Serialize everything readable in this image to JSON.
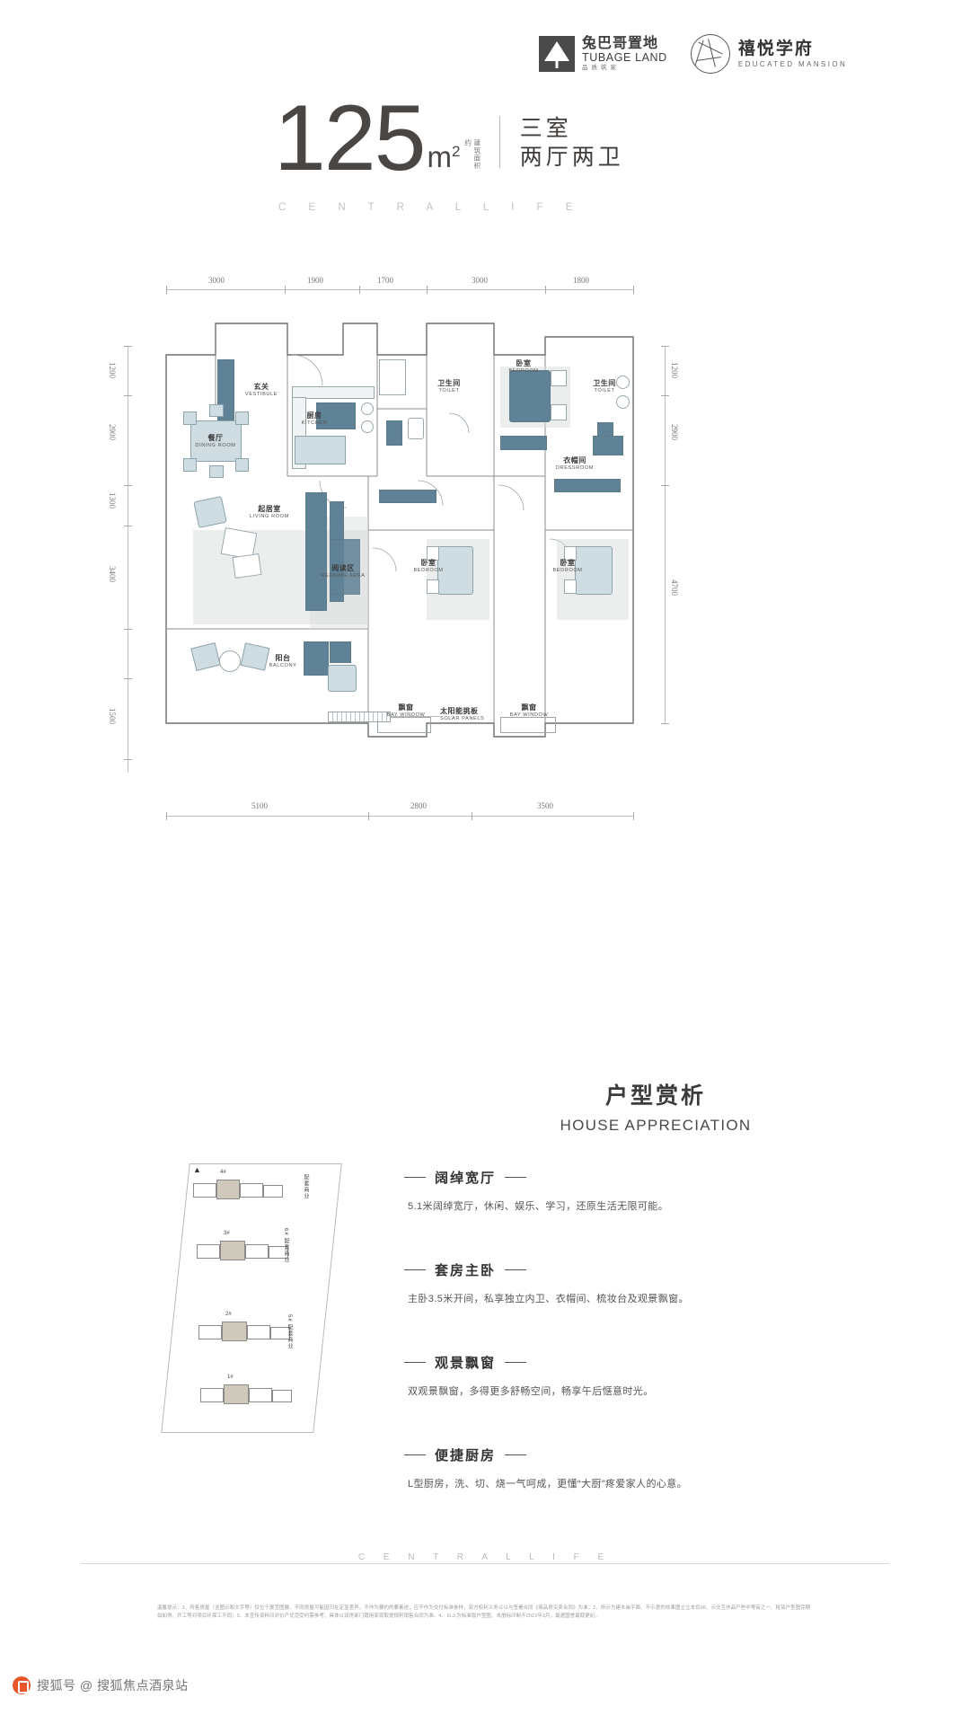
{
  "header": {
    "logo_left": {
      "cn": "兔巴哥置地",
      "en": "TUBAGE LAND",
      "sub": "品质筑家"
    },
    "logo_right": {
      "cn": "禧悦学府",
      "en": "EDUCATED MANSION"
    }
  },
  "title": {
    "area_number": "125",
    "unit": "m",
    "unit_sup": "2",
    "area_caption": "建筑面积约",
    "type_line1": "三室",
    "type_line2": "两厅两卫",
    "tagline": "C E N T R A L   L I F E"
  },
  "plan": {
    "dims_top": [
      "3000",
      "1900",
      "1700",
      "3000",
      "1800"
    ],
    "dims_bottom": [
      "5100",
      "2800",
      "3500"
    ],
    "dims_left": [
      "1200",
      "2900",
      "1300",
      "3400",
      "1500"
    ],
    "dims_right": [
      "1200",
      "2900",
      "4700"
    ],
    "rooms": [
      {
        "cn": "玄关",
        "en": "VESTIBULE"
      },
      {
        "cn": "厨房",
        "en": "KITCHEN"
      },
      {
        "cn": "餐厅",
        "en": "DINING ROOM"
      },
      {
        "cn": "卫生间",
        "en": "TOILET"
      },
      {
        "cn": "卧室",
        "en": "BEDROOM"
      },
      {
        "cn": "卫生间",
        "en": "TOILET"
      },
      {
        "cn": "衣帽间",
        "en": "DRESSROOM"
      },
      {
        "cn": "起居室",
        "en": "LIVING ROOM"
      },
      {
        "cn": "阅读区",
        "en": "READING AREA"
      },
      {
        "cn": "卧室",
        "en": "BEDROOM"
      },
      {
        "cn": "卧室",
        "en": "BEDROOM"
      },
      {
        "cn": "阳台",
        "en": "BALCONY"
      },
      {
        "cn": "飘窗",
        "en": "BAY WINDOW"
      },
      {
        "cn": "飘窗",
        "en": "BAY WINDOW"
      },
      {
        "cn": "太阳能挑板",
        "en": "SOLAR PANELS"
      }
    ]
  },
  "appreciation": {
    "title_cn": "户型赏析",
    "title_en": "HOUSE APPRECIATION",
    "features": [
      {
        "name": "阔绰宽厅",
        "desc": "5.1米阔绰宽厅，休闲、娱乐、学习，还原生活无限可能。"
      },
      {
        "name": "套房主卧",
        "desc": "主卧3.5米开间，私享独立内卫、衣帽间、梳妆台及观景飘窗。"
      },
      {
        "name": "观景飘窗",
        "desc": "双观景飘窗，多得更多舒畅空间，畅享午后惬意时光。"
      },
      {
        "name": "便捷厨房",
        "desc": "L型厨房，洗、切、烧一气呵成，更懂“大厨”疼爱家人的心意。"
      }
    ]
  },
  "sitemap": {
    "buildings": [
      "4#",
      "3#",
      "2#",
      "1#"
    ],
    "shops": [
      "6# 配套商业",
      "5# 配套商业",
      "配套商业"
    ],
    "north": "N"
  },
  "footer": {
    "tagline": "C E N T R A L   L I F E",
    "disclaimer": "温馨提示：1、所售房屋（含图示和文字等）仅位于展宣图展、不同房屋可能因归址定显差异，不作为要约的要素途，应不作为交付标准参样，双方权利义务以以与签署合同《商品房买卖合同》为准；2、所示为建木亩平面、不示意的效果图立立本仅96、示交互作品产些中等有之一、租赁户型图完期如如得、开工等对项目环保工不同；3、本宣传资料印对价产优范受约需参考、具体以双房部门籍用家现取提规利销售合同为准。4、以上为标准版户型图、本册标印制不2022年3月，最速国誉最取更纪。",
    "watermark": "搜狐号 @ 搜狐焦点酒泉站"
  }
}
